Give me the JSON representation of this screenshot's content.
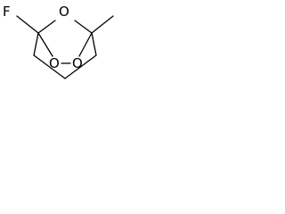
{
  "molecule": {
    "atoms": {
      "fluorine": "F",
      "bridge_oxygen": "O",
      "peroxide_oxygen_left": "O",
      "peroxide_oxygen_right": "O"
    },
    "colors": {
      "bond": "#000000",
      "atom_label": "#000000",
      "background": "#ffffff"
    }
  }
}
